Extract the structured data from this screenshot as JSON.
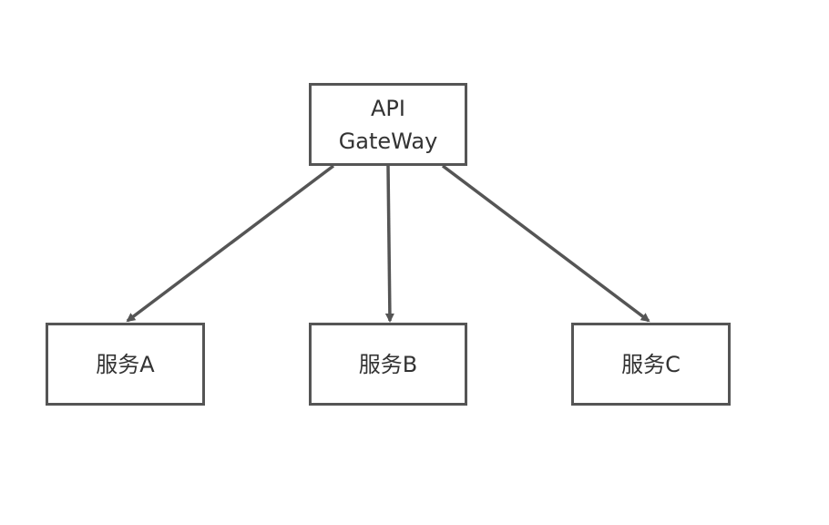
{
  "colors": {
    "stroke": "#555555",
    "text": "#333333",
    "background": "#ffffff"
  },
  "nodes": {
    "gateway": {
      "line1": "API",
      "line2": "GateWay"
    },
    "service_a": {
      "label": "服务A"
    },
    "service_b": {
      "label": "服务B"
    },
    "service_c": {
      "label": "服务C"
    }
  },
  "edges": [
    {
      "from": "gateway",
      "to": "service_a"
    },
    {
      "from": "gateway",
      "to": "service_b"
    },
    {
      "from": "gateway",
      "to": "service_c"
    }
  ]
}
